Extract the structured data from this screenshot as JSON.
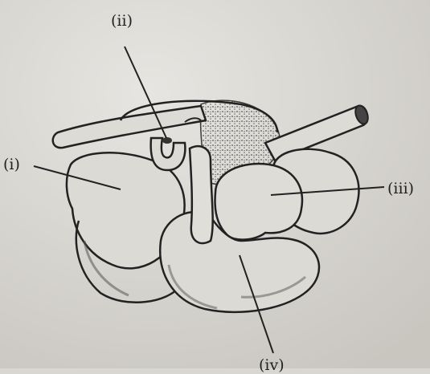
{
  "diagram": {
    "labels": {
      "i": "(i)",
      "ii": "(ii)",
      "iii": "(iii)",
      "iv": "(iv)"
    },
    "colors": {
      "paper": "#d9d7d2",
      "ink": "#222222",
      "fill": "#dcdad5",
      "shade": "#8a8784"
    }
  }
}
